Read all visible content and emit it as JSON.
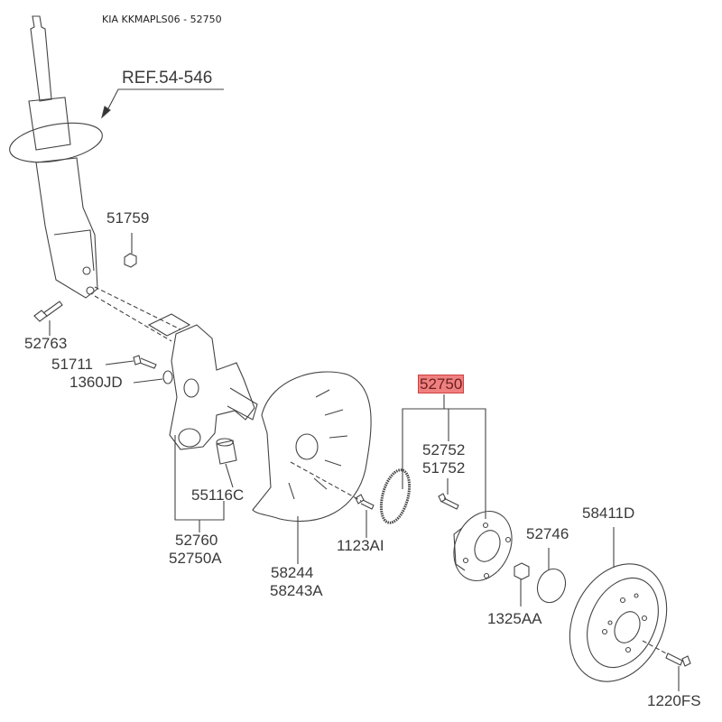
{
  "title": "KIA KKMAPLS06 - 52750",
  "reference": "REF.54-546",
  "highlight_color": "#f08080",
  "parts": {
    "p51759": "51759",
    "p52763": "52763",
    "p51711": "51711",
    "p1360JD": "1360JD",
    "p55116C": "55116C",
    "p52760": "52760",
    "p52750A": "52750A",
    "p58244": "58244",
    "p58243A": "58243A",
    "p1123AI": "1123AI",
    "p52750": "52750",
    "p52752": "52752",
    "p51752": "51752",
    "p52746": "52746",
    "p58411D": "58411D",
    "p1325AA": "1325AA",
    "p1220FS": "1220FS"
  }
}
